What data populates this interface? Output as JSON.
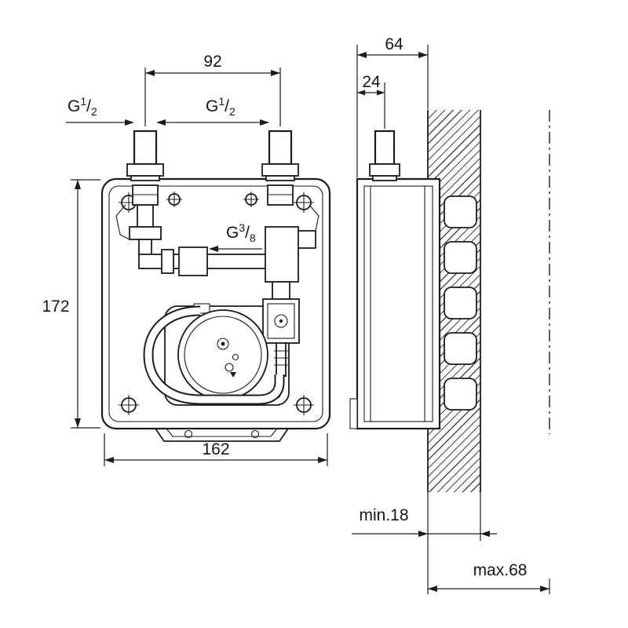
{
  "drawing": {
    "front": {
      "dim_top_spacing": "92",
      "dim_height": "172",
      "dim_width": "162",
      "thread_left": {
        "prefix": "G",
        "num": "1",
        "sep": "/",
        "den": "2"
      },
      "thread_right": {
        "prefix": "G",
        "num": "1",
        "sep": "/",
        "den": "2"
      },
      "thread_outlet": {
        "prefix": "G",
        "num": "3",
        "sep": "/",
        "den": "8"
      }
    },
    "side": {
      "dim_depth": "64",
      "dim_pipe_offset": "24",
      "dim_wall_min": "min.18",
      "dim_wall_max": "max.68"
    },
    "ink_color": "#1c1c1c"
  }
}
